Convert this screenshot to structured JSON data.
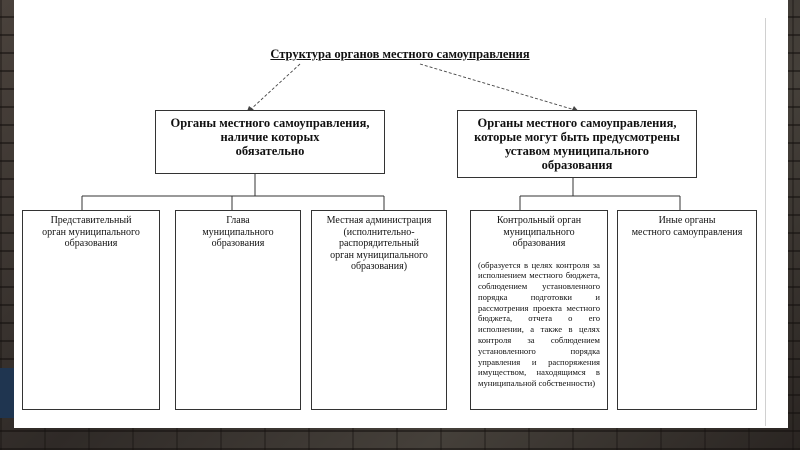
{
  "diagram": {
    "title": "Структура органов местного самоуправления",
    "mandatory": {
      "lines": [
        "Органы местного самоуправления,",
        "наличие которых",
        "обязательно"
      ]
    },
    "optional": {
      "lines": [
        "Органы местного самоуправления,",
        "которые могут быть предусмотрены",
        "уставом муниципального",
        "образования"
      ]
    },
    "bodies": [
      {
        "lines": [
          "Представительный",
          "орган муниципального",
          "образования"
        ]
      },
      {
        "lines": [
          "Глава",
          "муниципального",
          "образования"
        ]
      },
      {
        "lines": [
          "Местная администрация",
          "(исполнительно-",
          "распорядительный",
          "орган муниципального",
          "образования)"
        ]
      },
      {
        "lines": [
          "Контрольный орган",
          "муниципального",
          "образования"
        ],
        "note": "(образуется в целях контроля за исполнением местного бюджета, соблюдением установленного порядка подготовки и рассмотрения проекта местного бюджета, отчета о его исполнении, а также в целях контроля за соблюдением установленного порядка управления и распоряжения имуществом, находящимся в муниципальной собственности)"
      },
      {
        "lines": [
          "Иные органы",
          "местного самоуправления"
        ]
      }
    ]
  }
}
